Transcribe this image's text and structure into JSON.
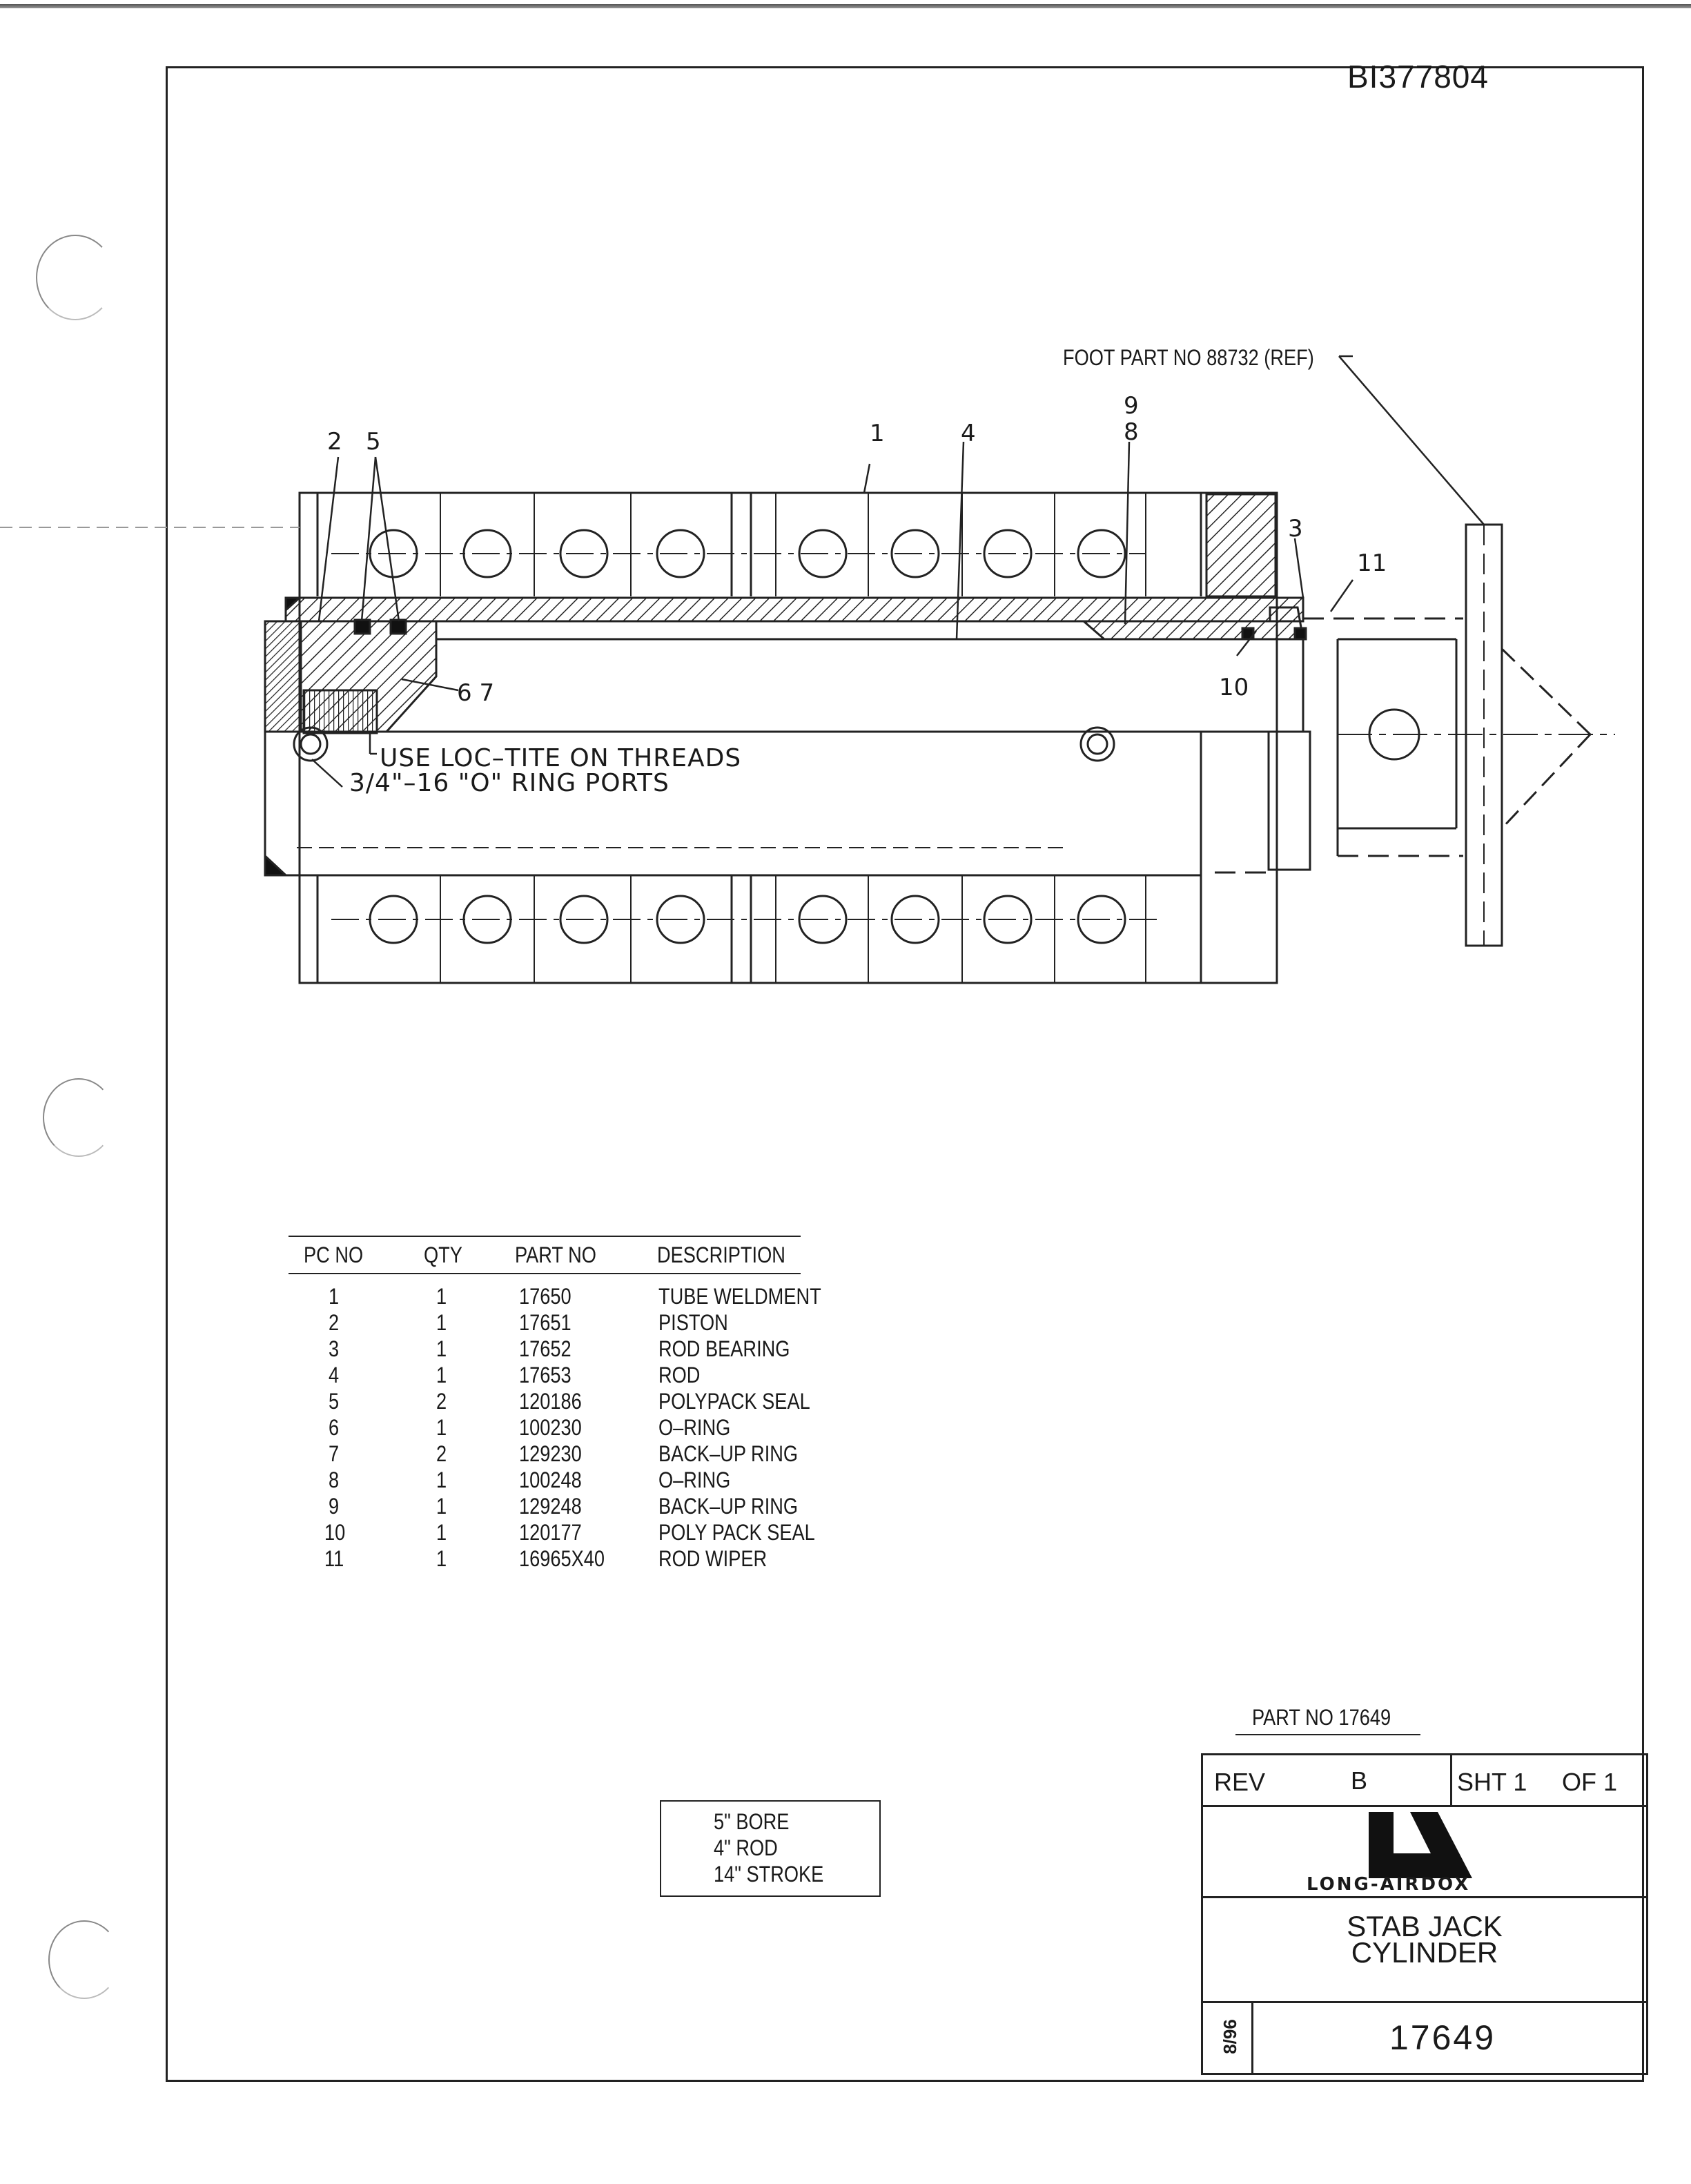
{
  "document_id": "BI377804",
  "foot_reference": "FOOT PART NO 88732 (REF)",
  "callouts": {
    "c1": "1",
    "c2": "2",
    "c3": "3",
    "c4": "4",
    "c5": "5",
    "c67": "6 7",
    "c8": "8",
    "c9": "9",
    "c10": "10",
    "c11": "11"
  },
  "notes": {
    "loctite": "USE LOC–TITE ON THREADS",
    "ports": "3/4\"–16 \"O\" RING PORTS"
  },
  "parts_table": {
    "headers": [
      "PC NO",
      "QTY",
      "PART NO",
      "DESCRIPTION"
    ],
    "rows": [
      {
        "pc": "1",
        "qty": "1",
        "part": "17650",
        "desc": "TUBE WELDMENT"
      },
      {
        "pc": "2",
        "qty": "1",
        "part": "17651",
        "desc": "PISTON"
      },
      {
        "pc": "3",
        "qty": "1",
        "part": "17652",
        "desc": "ROD BEARING"
      },
      {
        "pc": "4",
        "qty": "1",
        "part": "17653",
        "desc": "ROD"
      },
      {
        "pc": "5",
        "qty": "2",
        "part": "120186",
        "desc": "POLYPACK SEAL"
      },
      {
        "pc": "6",
        "qty": "1",
        "part": "100230",
        "desc": "O–RING"
      },
      {
        "pc": "7",
        "qty": "2",
        "part": "129230",
        "desc": "BACK–UP RING"
      },
      {
        "pc": "8",
        "qty": "1",
        "part": "100248",
        "desc": "O–RING"
      },
      {
        "pc": "9",
        "qty": "1",
        "part": "129248",
        "desc": "BACK–UP RING"
      },
      {
        "pc": "10",
        "qty": "1",
        "part": "120177",
        "desc": "POLY PACK SEAL"
      },
      {
        "pc": "11",
        "qty": "1",
        "part": "16965X40",
        "desc": "ROD WIPER"
      }
    ]
  },
  "specs": [
    "5\" BORE",
    "4\" ROD",
    "14\" STROKE"
  ],
  "title_block": {
    "part_no_label": "PART NO 17649",
    "rev_label": "REV",
    "rev_value": "B",
    "sheet": "SHT 1",
    "of": "OF 1",
    "company": "LONG-AIRDOX",
    "title_line1": "STAB JACK",
    "title_line2": "CYLINDER",
    "date": "8/96",
    "drawing_number": "17649"
  }
}
